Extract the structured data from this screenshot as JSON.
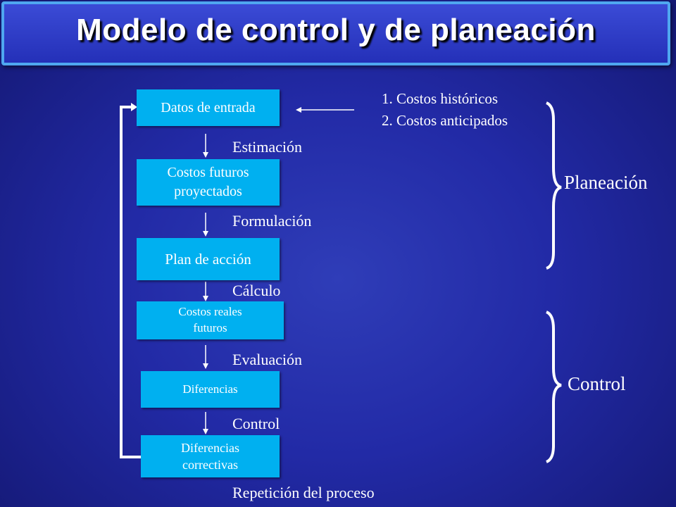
{
  "title": "Modelo de control y de planeación",
  "boxes": {
    "datos_entrada": [
      "Datos de entrada"
    ],
    "costos_futuros": [
      "Costos futuros",
      "proyectados"
    ],
    "plan_accion": [
      "Plan de acción"
    ],
    "costos_reales": [
      "Costos reales",
      "futuros"
    ],
    "diferencias": [
      "Diferencias"
    ],
    "diferencias_correctivas": [
      "Diferencias",
      "correctivas"
    ]
  },
  "step_labels": {
    "estimacion": "Estimación",
    "formulacion": "Formulación",
    "calculo": "Cálculo",
    "evaluacion": "Evaluación",
    "control": "Control",
    "repeticion": "Repetición del proceso"
  },
  "inputs": {
    "item1": "1. Costos históricos",
    "item2": "2. Costos anticipados"
  },
  "phases": {
    "planeacion": "Planeación",
    "control": "Control"
  }
}
